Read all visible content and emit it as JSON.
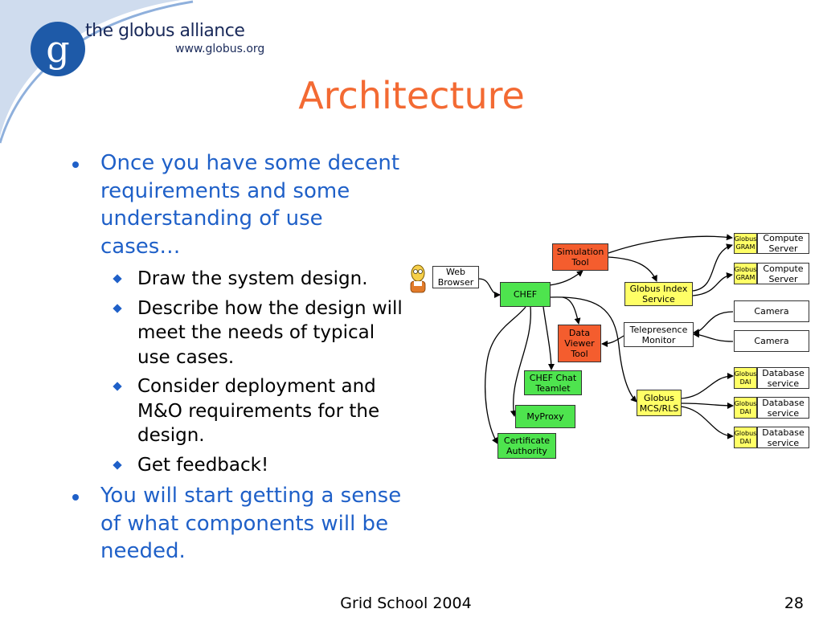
{
  "header": {
    "logo_name": "the globus alliance",
    "logo_url": "www.globus.org",
    "title": "Architecture"
  },
  "bullets": [
    {
      "level": 1,
      "text": "Once you have some decent requirements and some understanding of use cases…"
    },
    {
      "level": 2,
      "text": "Draw the system design."
    },
    {
      "level": 2,
      "text": "Describe how the design will meet the needs of typical use cases."
    },
    {
      "level": 2,
      "text": "Consider deployment and M&O requirements for the design."
    },
    {
      "level": 2,
      "text": "Get feedback!"
    },
    {
      "level": 1,
      "text": "You will start getting a sense of what components will be needed."
    }
  ],
  "diagram": {
    "web_browser": "Web Browser",
    "chef": "CHEF",
    "simulation_tool": "Simulation Tool",
    "data_viewer_tool": "Data Viewer Tool",
    "chef_chat_teamlet": "CHEF Chat Teamlet",
    "myproxy": "MyProxy",
    "certificate_authority": "Certificate Authority",
    "globus_index_service": "Globus Index Service",
    "telepresence_monitor": "Telepresence Monitor",
    "globus_mcs_rls": "Globus MCS/RLS",
    "globus_gram_1": "Globus GRAM",
    "compute_server_1": "Compute Server",
    "globus_gram_2": "Globus GRAM",
    "compute_server_2": "Compute Server",
    "camera_1": "Camera",
    "camera_2": "Camera",
    "globus_dai_1": "Globus DAI",
    "database_service_1": "Database service",
    "globus_dai_2": "Globus DAI",
    "database_service_2": "Database service",
    "globus_dai_3": "Globus DAI",
    "database_service_3": "Database service"
  },
  "footer": {
    "event": "Grid School 2004",
    "page_number": "28"
  },
  "colors": {
    "title": "#f36a33",
    "bullet_l1": "#1f60c8",
    "node_green": "#4ee44e",
    "node_red": "#f45d2e",
    "node_yellow": "#ffff66",
    "logo_blue": "#1e5aa8"
  }
}
